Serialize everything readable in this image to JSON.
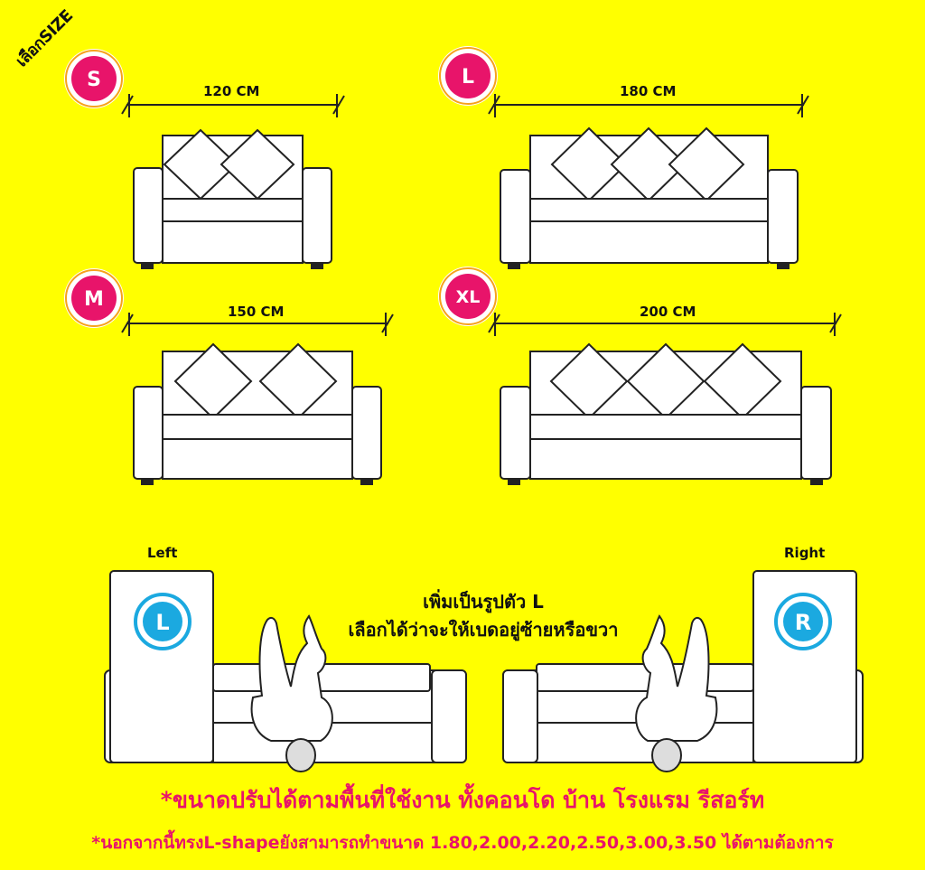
{
  "corner_label": "เลือกSIZE",
  "sizes": [
    {
      "badge": "S",
      "dimension": "120 CM"
    },
    {
      "badge": "L",
      "dimension": "180 CM"
    },
    {
      "badge": "M",
      "dimension": "150 CM"
    },
    {
      "badge": "XL",
      "dimension": "200 CM"
    }
  ],
  "lshape": {
    "left_label": "Left",
    "right_label": "Right",
    "left_badge": "L",
    "right_badge": "R",
    "line1": "เพิ่มเป็นรูปตัว L",
    "line2": "เลือกได้ว่าจะให้เบดอยู่ซ้ายหรือขวา"
  },
  "notes": {
    "line1": "*ขนาดปรับได้ตามพื้นที่ใช้งาน ทั้งคอนโด บ้าน โรงแรม รีสอร์ท",
    "line2": "*นอกจากนี้ทรงL-shapeยังสามารถทำขนาด 1.80,2.00,2.20,2.50,3.00,3.50 ได้ตามต้องการ"
  },
  "colors": {
    "background": "#FFFF00",
    "badge_pink": "#E8146A",
    "badge_blue": "#1BA9E0",
    "note_text": "#E8146A",
    "outline": "#222222"
  }
}
